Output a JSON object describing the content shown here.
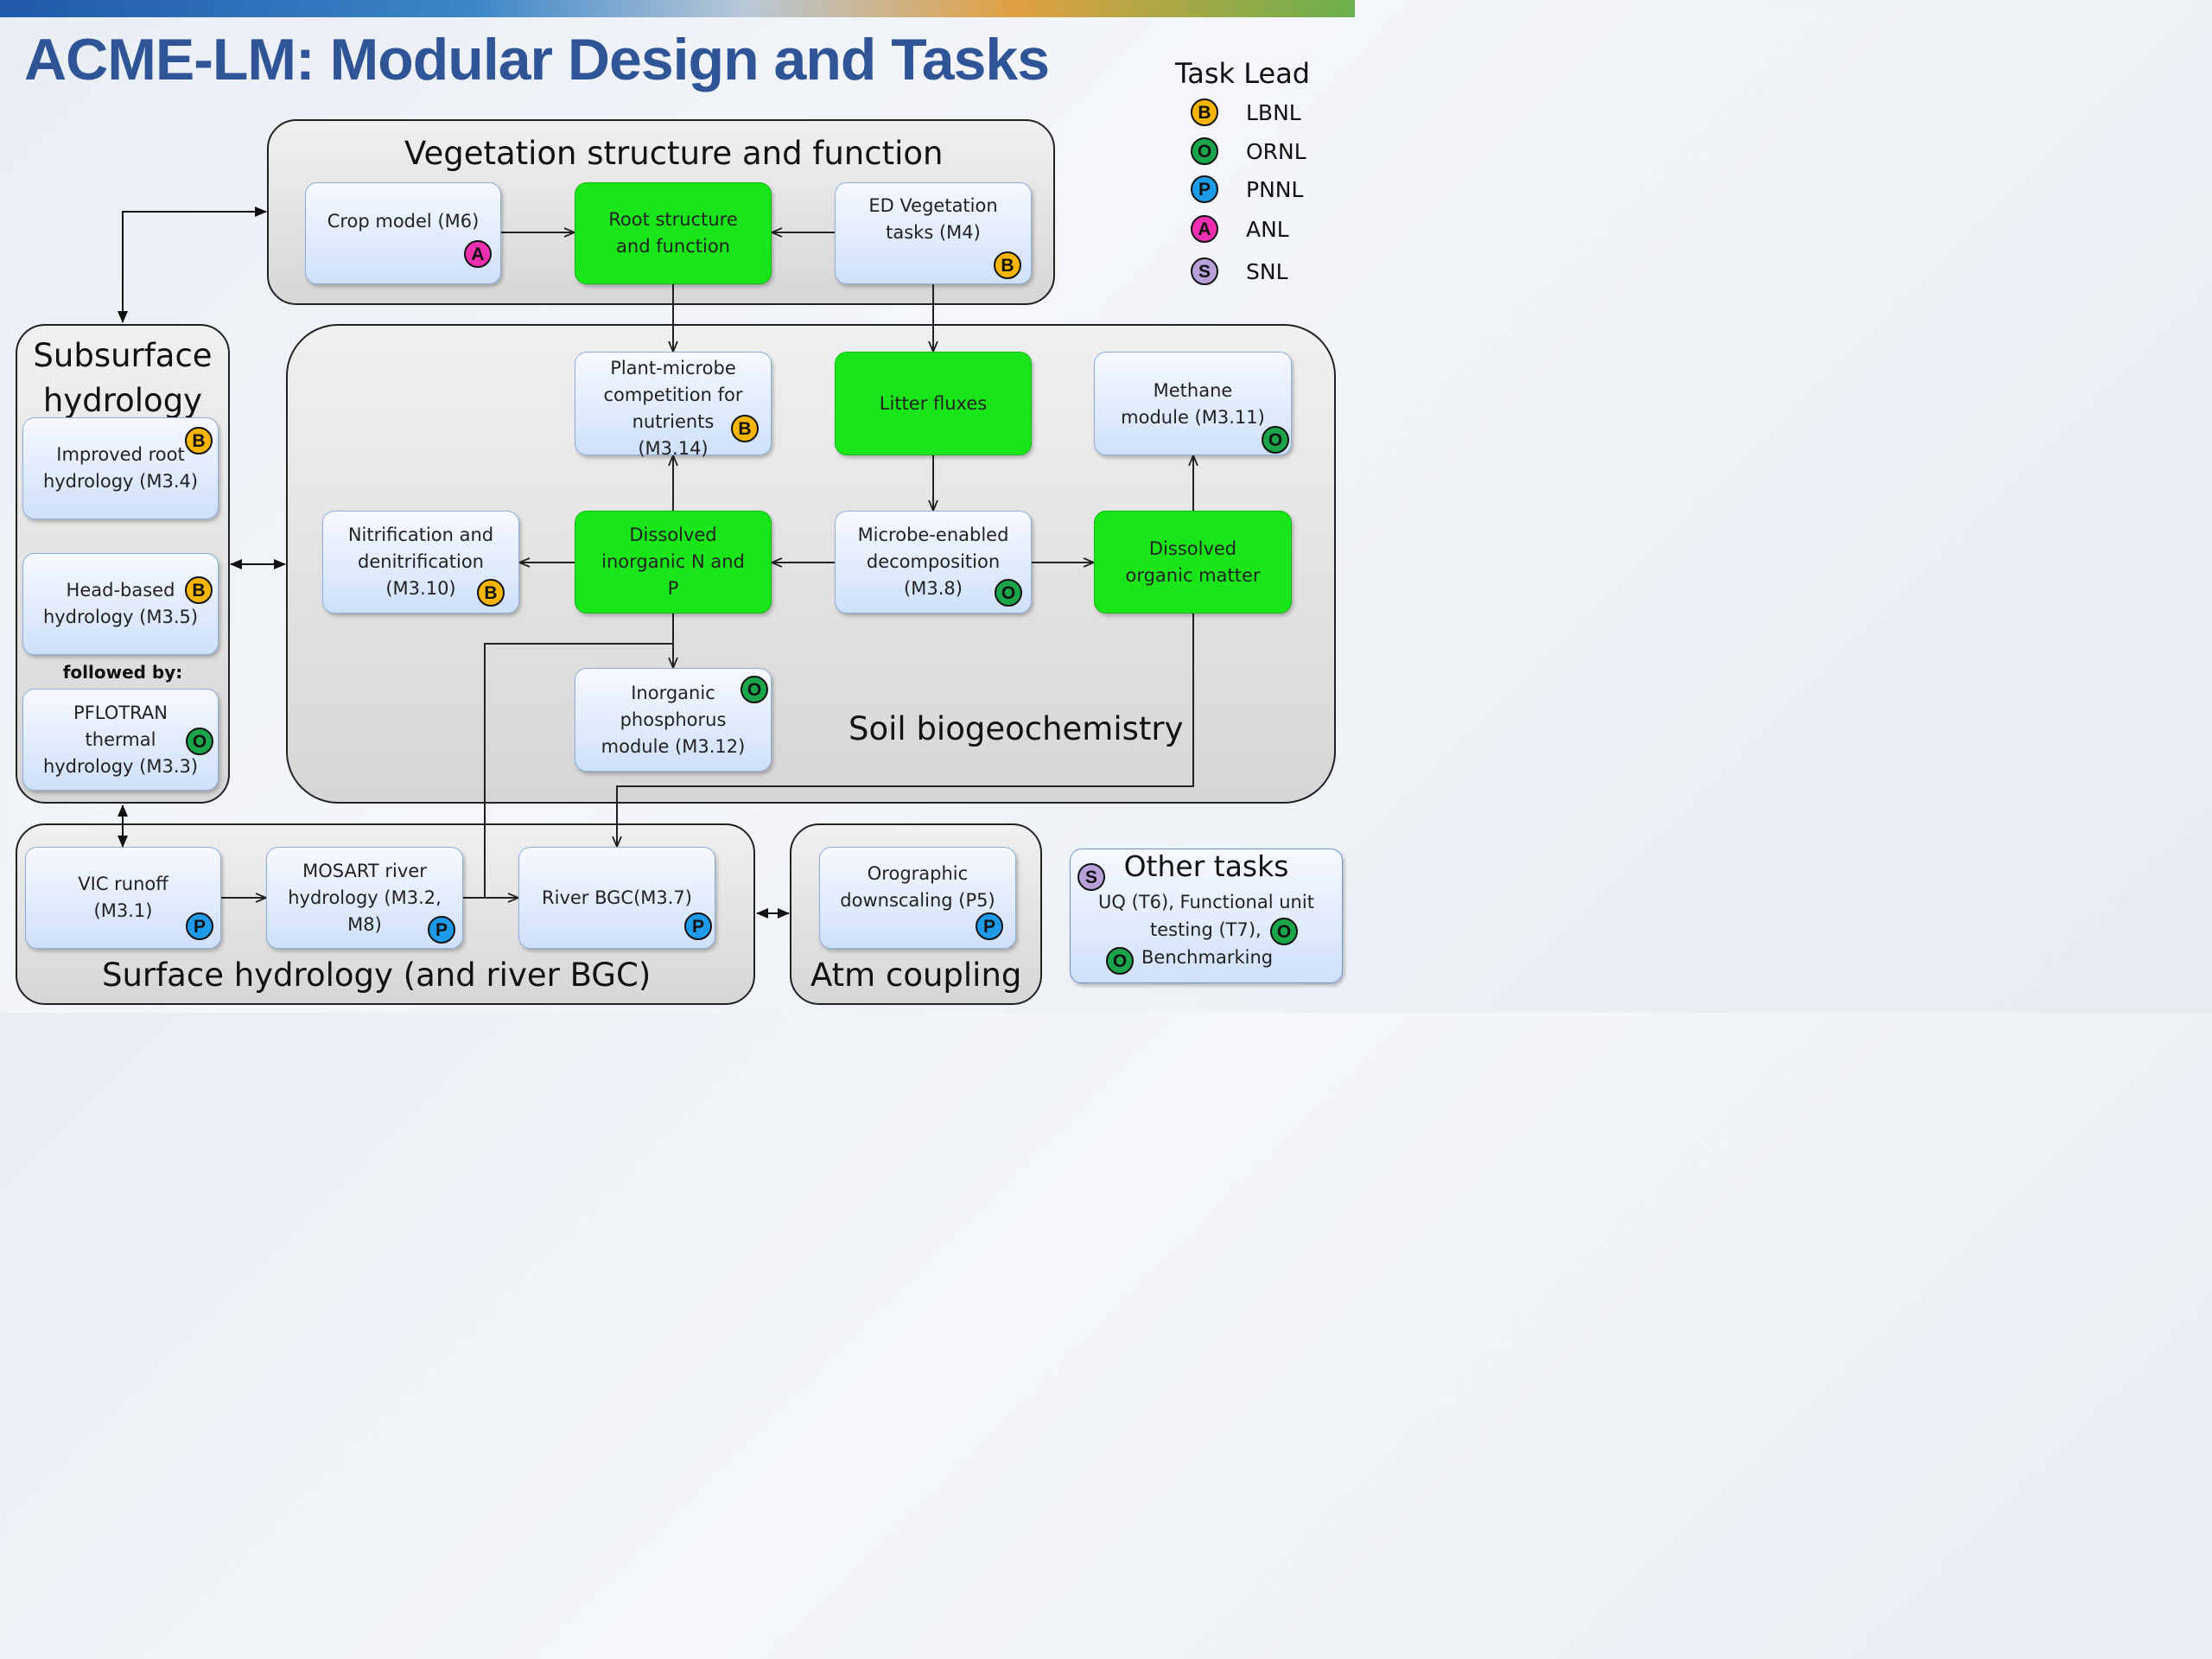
{
  "title": "ACME-LM: Modular Design and Tasks",
  "colors": {
    "B": "#f7b500",
    "O": "#1aa54a",
    "P": "#1e9be8",
    "A": "#ee2fb1",
    "S": "#b8a0d8",
    "green_box": "#19e619"
  },
  "legend": {
    "title": "Task Lead",
    "items": [
      {
        "letter": "B",
        "name": "LBNL"
      },
      {
        "letter": "O",
        "name": "ORNL"
      },
      {
        "letter": "P",
        "name": "PNNL"
      },
      {
        "letter": "A",
        "name": "ANL"
      },
      {
        "letter": "S",
        "name": "SNL"
      }
    ]
  },
  "groups": {
    "vegetation": "Vegetation structure and function",
    "subsurface": "Subsurface\nhydrology",
    "soil": "Soil biogeochemistry",
    "surface": "Surface hydrology (and river BGC)",
    "atm": "Atm coupling",
    "other": "Other tasks"
  },
  "followed_by": "followed by:",
  "boxes": {
    "crop": {
      "label": "Crop model (M6)",
      "lead": "A"
    },
    "root": {
      "label": "Root structure\nand function"
    },
    "ed": {
      "label": "ED Vegetation\ntasks (M4)",
      "lead": "B"
    },
    "plant_microbe": {
      "label": "Plant-microbe\ncompetition for\nnutrients\n(M3.14)",
      "lead": "B"
    },
    "litter": {
      "label": "Litter fluxes"
    },
    "methane": {
      "label": "Methane\nmodule (M3.11)",
      "lead": "O"
    },
    "nitrification": {
      "label": "Nitrification and\ndenitrification\n(M3.10)",
      "lead": "B"
    },
    "din": {
      "label": "Dissolved\ninorganic N and\nP"
    },
    "microbe": {
      "label": "Microbe-enabled\ndecomposition\n(M3.8)",
      "lead": "O"
    },
    "dom": {
      "label": "Dissolved\norganic matter"
    },
    "phosphorus": {
      "label": "Inorganic\nphosphorus\nmodule (M3.12)",
      "lead": "O"
    },
    "improved_root": {
      "label": "Improved root\nhydrology (M3.4)",
      "lead": "B"
    },
    "head_based": {
      "label": "Head-based\nhydrology (M3.5)",
      "lead": "B"
    },
    "pflotran": {
      "label": "PFLOTRAN\nthermal\nhydrology (M3.3)",
      "lead": "O"
    },
    "vic": {
      "label": "VIC runoff\n(M3.1)",
      "lead": "P"
    },
    "mosart": {
      "label": "MOSART river\nhydrology (M3.2,\nM8)",
      "lead": "P"
    },
    "river_bgc": {
      "label": "River BGC(M3.7)",
      "lead": "P"
    },
    "orographic": {
      "label": "Orographic\ndownscaling (P5)",
      "lead": "P"
    }
  },
  "other_tasks": {
    "line1": "UQ (T6), Functional unit",
    "line2": "testing (T7),",
    "line3": "Benchmarking",
    "lead1": "S",
    "lead2": "O",
    "lead3": "O"
  }
}
